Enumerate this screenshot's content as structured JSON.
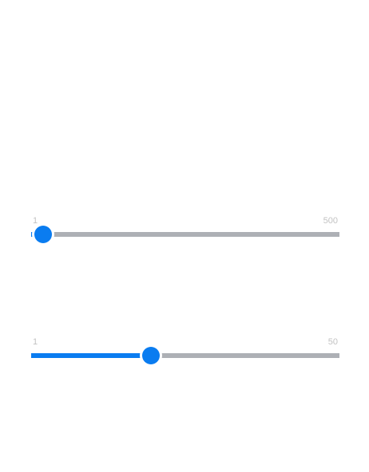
{
  "colors": {
    "accent": "#0a7cf0",
    "track": "#adb0b5",
    "label": "#c2c2c2",
    "background": "#ffffff"
  },
  "sliders": [
    {
      "min_label": "1",
      "max_label": "500",
      "min": 1,
      "max": 500,
      "value": 20
    },
    {
      "min_label": "1",
      "max_label": "50",
      "min": 1,
      "max": 50,
      "value": 20
    }
  ]
}
